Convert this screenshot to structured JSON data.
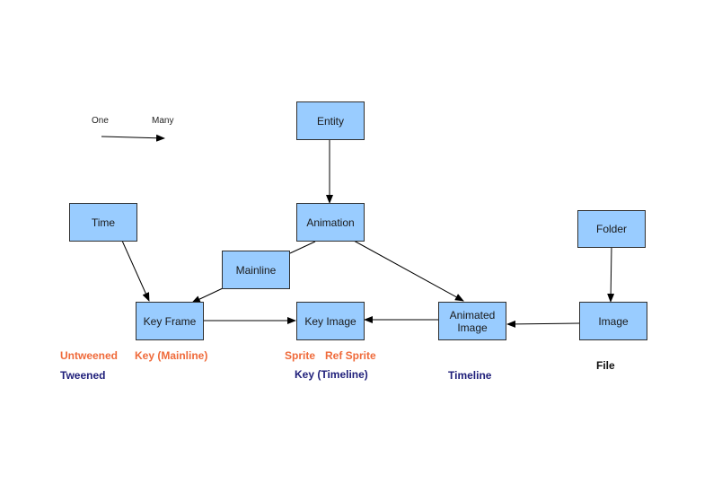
{
  "nodes": {
    "entity": "Entity",
    "animation": "Animation",
    "time": "Time",
    "mainline": "Mainline",
    "key_frame": "Key Frame",
    "key_image": "Key Image",
    "animated_image_line1": "Animated",
    "animated_image_line2": "Image",
    "folder": "Folder",
    "image": "Image"
  },
  "legend": {
    "one": "One",
    "many": "Many"
  },
  "labels": {
    "untweened": "Untweened",
    "key_mainline": "Key (Mainline)",
    "tweened": "Tweened",
    "sprite": "Sprite",
    "ref_sprite": "Ref Sprite",
    "key_timeline": "Key (Timeline)",
    "timeline": "Timeline",
    "file": "File"
  },
  "colors": {
    "node_fill": "#99ccff",
    "orange_text": "#ef6a3a",
    "navy_text": "#1f1f7a"
  }
}
